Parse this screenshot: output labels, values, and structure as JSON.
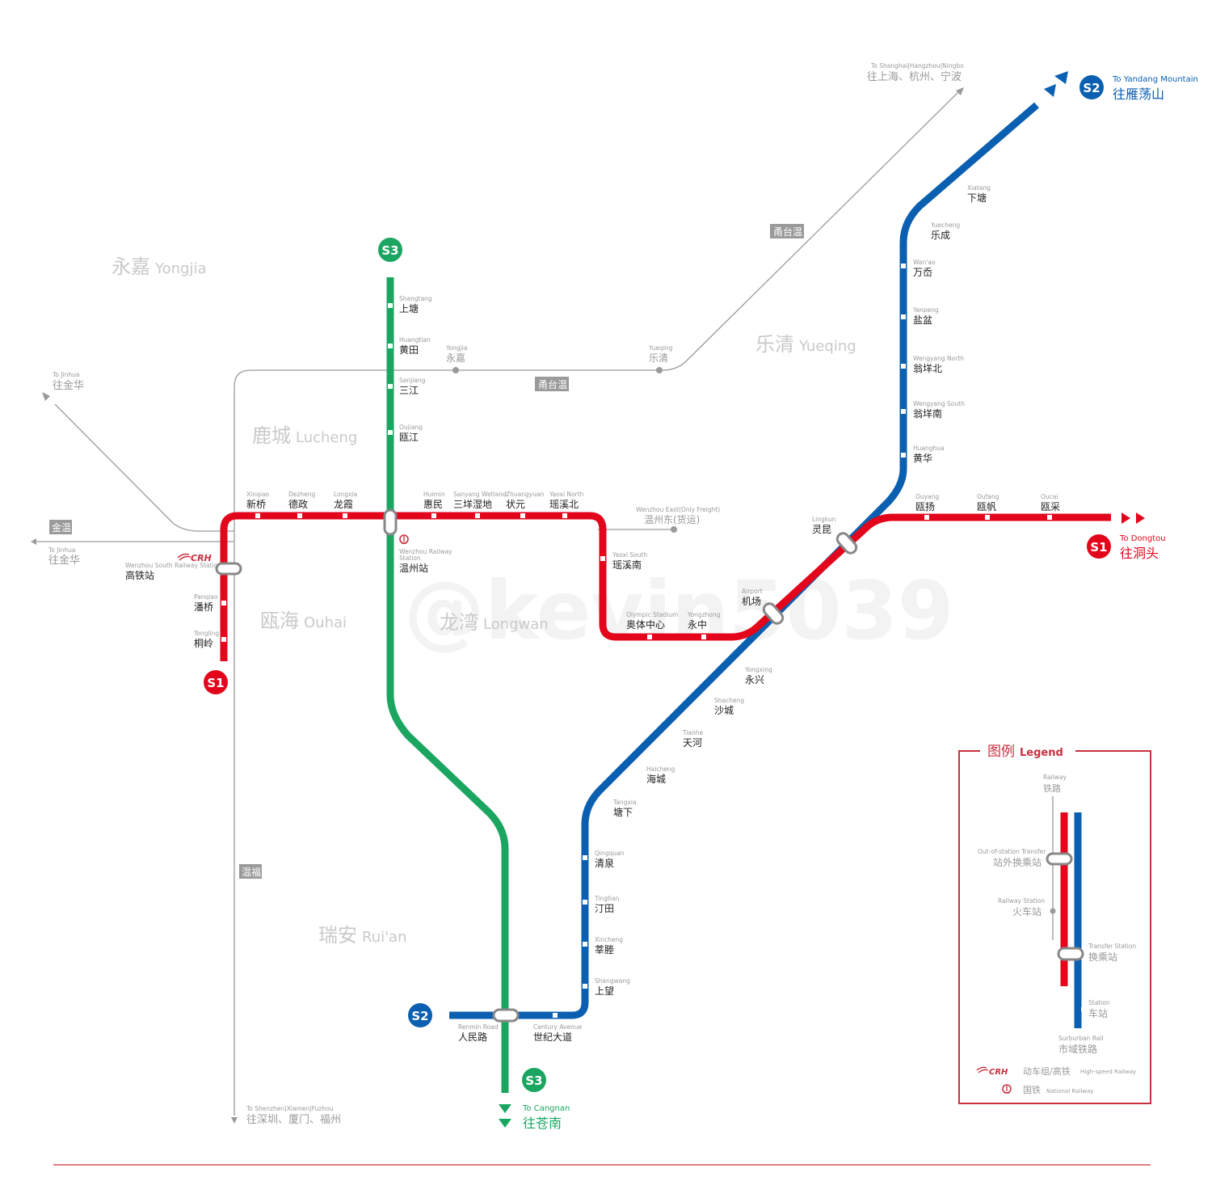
{
  "colors": {
    "s1": "#e3051b",
    "s2": "#0a5fb0",
    "s3": "#1aa661",
    "rail": "#9a9a9a",
    "district": "#c9c9c9",
    "legend_border": "#c8303f",
    "divider": "#c8303f"
  },
  "lines": {
    "s1": {
      "badge": "S1",
      "terminal_en": "To Dongtou",
      "terminal_cn": "往洞头"
    },
    "s2": {
      "badge": "S2",
      "badge_bottom": "S2",
      "terminal_en": "To Yandang Mountain",
      "terminal_cn": "往雁荡山"
    },
    "s3": {
      "badge": "S3",
      "badge_bottom": "S3",
      "terminal_en": "To Cangnan",
      "terminal_cn": "往苍南"
    }
  },
  "stations": {
    "s1": [
      {
        "en": "Tongling",
        "cn": "桐岭"
      },
      {
        "en": "Panqiao",
        "cn": "潘桥"
      },
      {
        "en": "Wenzhou South Railway Station",
        "cn": "高铁站"
      },
      {
        "en": "Xinqiao",
        "cn": "新桥"
      },
      {
        "en": "Dezheng",
        "cn": "德政"
      },
      {
        "en": "Longxia",
        "cn": "龙霞"
      },
      {
        "en": "Huimin",
        "cn": "惠民"
      },
      {
        "en": "Sanyang Wetland",
        "cn": "三垟湿地"
      },
      {
        "en": "Zhuangyuan",
        "cn": "状元"
      },
      {
        "en": "Yaoxi North",
        "cn": "瑶溪北"
      },
      {
        "en": "Yaoxi South",
        "cn": "瑶溪南"
      },
      {
        "en": "Olympic Stadium",
        "cn": "奥体中心"
      },
      {
        "en": "Yongzhong",
        "cn": "永中"
      },
      {
        "en": "Airport",
        "cn": "机场"
      },
      {
        "en": "Lingkun",
        "cn": "灵昆"
      },
      {
        "en": "Ouyang",
        "cn": "瓯扬"
      },
      {
        "en": "Oufang",
        "cn": "瓯帆"
      },
      {
        "en": "Oucai",
        "cn": "瓯采"
      }
    ],
    "s2": [
      {
        "en": "Renmin Road",
        "cn": "人民路"
      },
      {
        "en": "Century Avenue",
        "cn": "世纪大道"
      },
      {
        "en": "Shangwang",
        "cn": "上望"
      },
      {
        "en": "Xincheng",
        "cn": "莘塍"
      },
      {
        "en": "Tingtian",
        "cn": "汀田"
      },
      {
        "en": "Qingquan",
        "cn": "清泉"
      },
      {
        "en": "Tangxia",
        "cn": "塘下"
      },
      {
        "en": "Haicheng",
        "cn": "海城"
      },
      {
        "en": "Tianhe",
        "cn": "天河"
      },
      {
        "en": "Shacheng",
        "cn": "沙城"
      },
      {
        "en": "Yongxing",
        "cn": "永兴"
      },
      {
        "en": "Huanghua",
        "cn": "黄华"
      },
      {
        "en": "Wengyang South",
        "cn": "翁垟南"
      },
      {
        "en": "Wengyang North",
        "cn": "翁垟北"
      },
      {
        "en": "Yanpeng",
        "cn": "盐盆"
      },
      {
        "en": "Wan'ao",
        "cn": "万岙"
      },
      {
        "en": "Yuecheng",
        "cn": "乐成"
      },
      {
        "en": "Xiatang",
        "cn": "下塘"
      }
    ],
    "s3": [
      {
        "en": "Shangtang",
        "cn": "上塘"
      },
      {
        "en": "Huangtian",
        "cn": "黄田"
      },
      {
        "en": "Sanjiang",
        "cn": "三江"
      },
      {
        "en": "Oujiang",
        "cn": "瓯江"
      },
      {
        "en": "Wenzhou Railway Station",
        "cn": "温州站"
      }
    ]
  },
  "railway": {
    "to_shanghai_en": "To Shanghai|Hangzhou|Ningbo",
    "to_shanghai_cn": "往上海、杭州、宁波",
    "to_jinhua_1_en": "To Jinhua",
    "to_jinhua_1_cn": "往金华",
    "to_jinhua_2_en": "To Jinhua",
    "to_jinhua_2_cn": "往金华",
    "to_shenzhen_en": "To Shenzhen|Xiamen|Fuzhou",
    "to_shenzhen_cn": "往深圳、厦门、福州",
    "yongjia_en": "Yongjia",
    "yongjia_cn": "永嘉",
    "yueqing_en": "Yueqing",
    "yueqing_cn": "乐清",
    "wz_east_en": "Wenzhou East(Only Freight)",
    "wz_east_cn": "温州东(货运)",
    "badges": {
      "yongtaiwen_1": "甬台温",
      "yongtaiwen_2": "甬台温",
      "jinwen": "金温",
      "wenfu": "温福"
    }
  },
  "districts": {
    "yongjia": {
      "cn": "永嘉",
      "en": "Yongjia"
    },
    "yueqing": {
      "cn": "乐清",
      "en": "Yueqing"
    },
    "lucheng": {
      "cn": "鹿城",
      "en": "Lucheng"
    },
    "ouhai": {
      "cn": "瓯海",
      "en": "Ouhai"
    },
    "longwan": {
      "cn": "龙湾",
      "en": "Longwan"
    },
    "ruian": {
      "cn": "瑞安",
      "en": "Rui'an"
    }
  },
  "legend": {
    "title_cn": "图例",
    "title_en": "Legend",
    "railway_en": "Railway",
    "railway_cn": "铁路",
    "oos_transfer_en": "Out-of-station Transfer",
    "oos_transfer_cn": "站外换乘站",
    "rail_station_en": "Railway Station",
    "rail_station_cn": "火车站",
    "transfer_en": "Transfer Station",
    "transfer_cn": "换乘站",
    "station_en": "Station",
    "station_cn": "车站",
    "suburban_en": "Surburban Rail",
    "suburban_cn": "市域铁路",
    "crh_logo": "CRH",
    "crh_cn": "动车组/高铁",
    "crh_en": "High-speed Railway",
    "national_cn": "国铁",
    "national_en": "National Railway"
  },
  "crh_logo": "CRH",
  "watermark": "@kevin5039"
}
